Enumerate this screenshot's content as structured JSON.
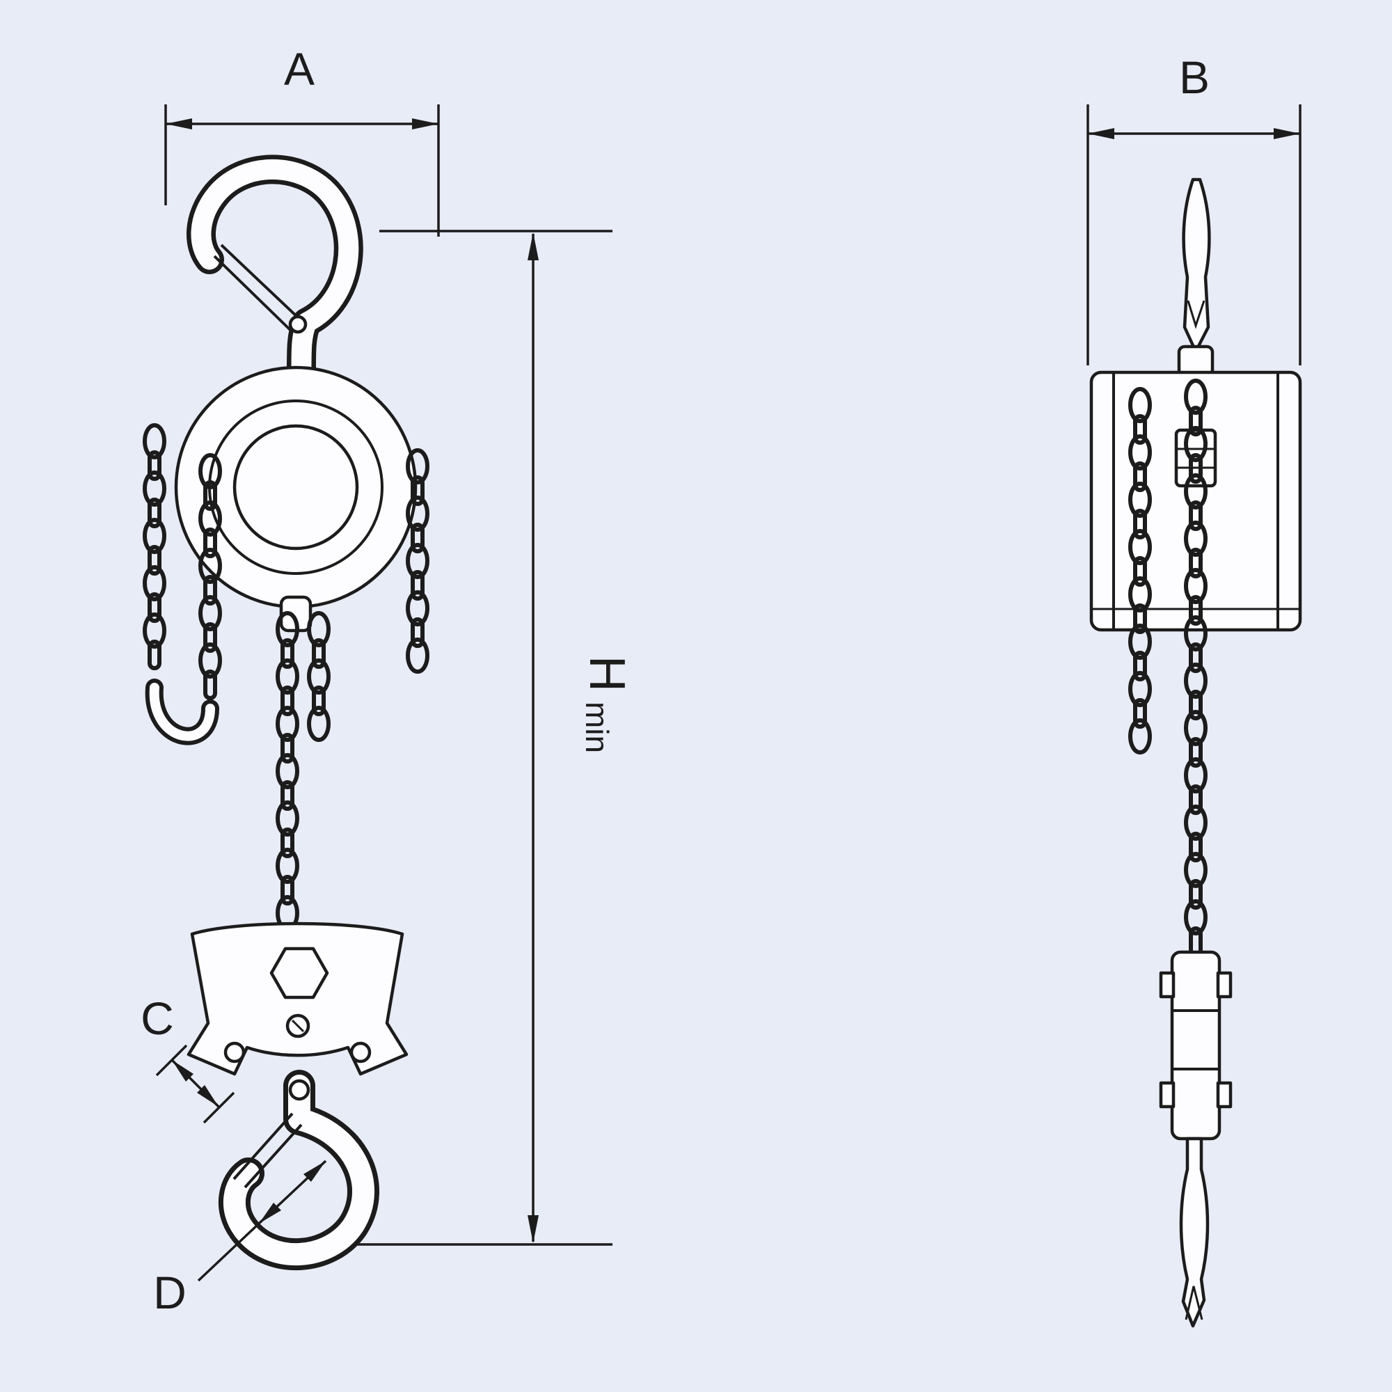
{
  "colors": {
    "background": "#e8ecf6",
    "ink": "#1c1c1c",
    "paper": "#fdfdff"
  },
  "labels": {
    "dim_a": "A",
    "dim_b": "B",
    "dim_c": "C",
    "dim_d": "D",
    "dim_h": "H",
    "dim_h_suffix": "min"
  }
}
